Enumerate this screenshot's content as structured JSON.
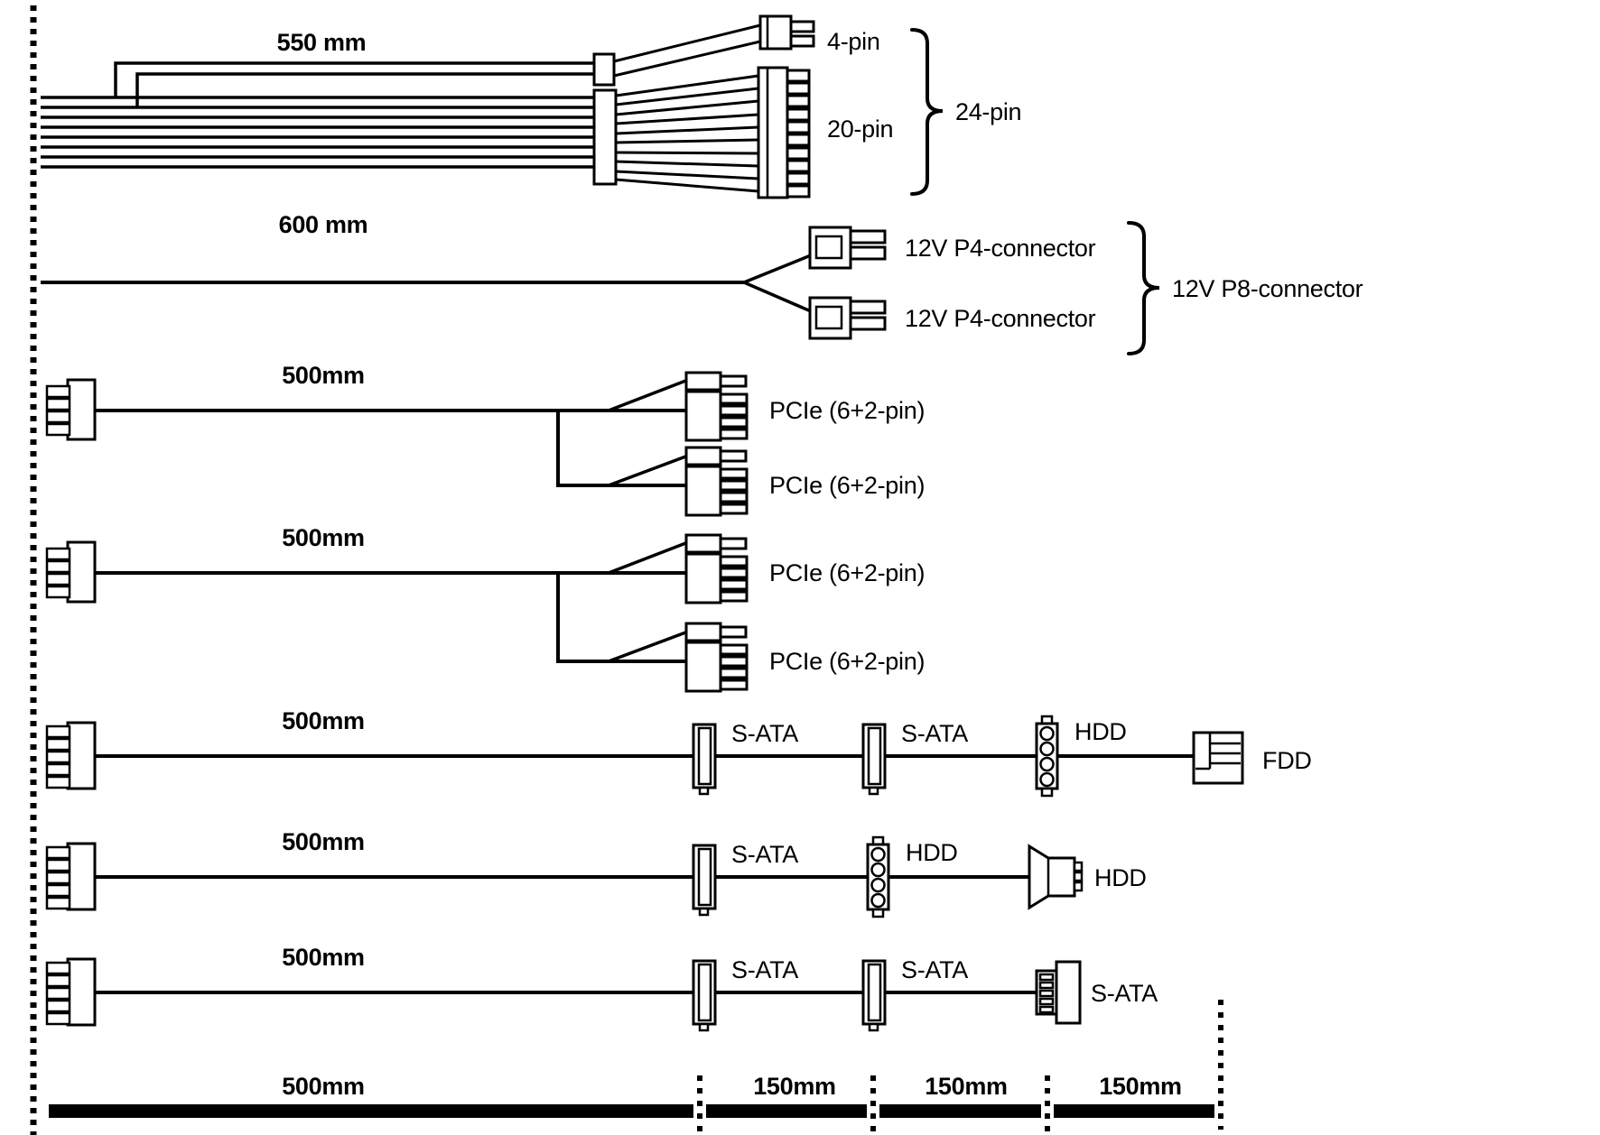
{
  "colors": {
    "background": "#ffffff",
    "ink": "#000000"
  },
  "cables": [
    {
      "length": "550 mm",
      "connectors": [
        "4-pin",
        "20-pin"
      ],
      "group": "24-pin"
    },
    {
      "length": "600 mm",
      "connectors": [
        "12V P4-connector",
        "12V P4-connector"
      ],
      "group": "12V P8-connector"
    },
    {
      "length": "500mm",
      "connectors": [
        "PCIe (6+2-pin)",
        "PCIe (6+2-pin)"
      ]
    },
    {
      "length": "500mm",
      "connectors": [
        "PCIe (6+2-pin)",
        "PCIe (6+2-pin)"
      ]
    },
    {
      "length": "500mm",
      "connectors": [
        "S-ATA",
        "S-ATA",
        "HDD",
        "FDD"
      ]
    },
    {
      "length": "500mm",
      "connectors": [
        "S-ATA",
        "HDD",
        "HDD"
      ]
    },
    {
      "length": "500mm",
      "connectors": [
        "S-ATA",
        "S-ATA",
        "S-ATA"
      ]
    }
  ],
  "ruler": {
    "segments": [
      "500mm",
      "150mm",
      "150mm",
      "150mm"
    ]
  }
}
